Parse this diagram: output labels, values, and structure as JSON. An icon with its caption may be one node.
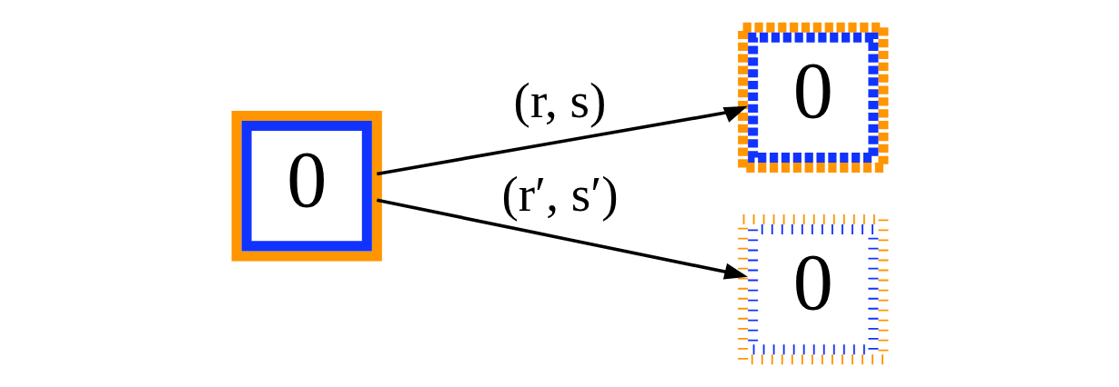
{
  "diagram": {
    "nodes": [
      {
        "text": [],
        "shape": "box"
      },
      {
        "text": [
          "0"
        ],
        "in": 0
      },
      {
        "text": [],
        "shape": "box"
      },
      {
        "text": [
          "0"
        ],
        "in": 2
      },
      {
        "text": [],
        "shape": "box"
      },
      {
        "text": [
          "0"
        ],
        "in": 4
      }
    ],
    "edges": [
      {
        "from": 0,
        "to": 2,
        "arrow": "to",
        "label": "(r, s)"
      },
      {
        "from": 0,
        "to": 4,
        "arrow": "to",
        "label": "(r′, s′)"
      }
    ]
  }
}
